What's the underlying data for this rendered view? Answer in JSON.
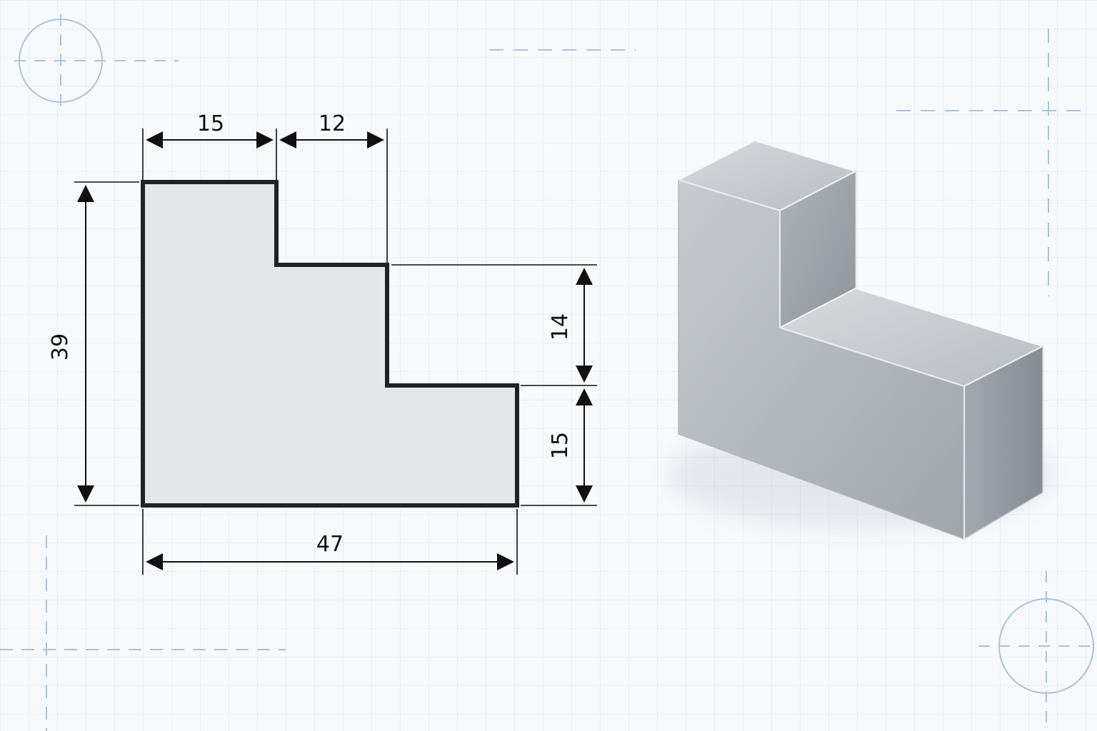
{
  "drawing": {
    "dimensions": {
      "top_left_width": "15",
      "top_step_width": "12",
      "total_height": "39",
      "middle_step_height": "14",
      "bottom_step_height": "15",
      "total_width": "47"
    }
  },
  "colors": {
    "background": "#f7f9fc",
    "grid": "#d9e3ef",
    "outline": "#1f2328",
    "profile_fill": "#e4e6e8",
    "dimension": "#111111",
    "construction": "#a9c3e0"
  },
  "icons": {
    "profile": "stepped-profile-outline",
    "model": "3d-stepped-metal-block"
  }
}
